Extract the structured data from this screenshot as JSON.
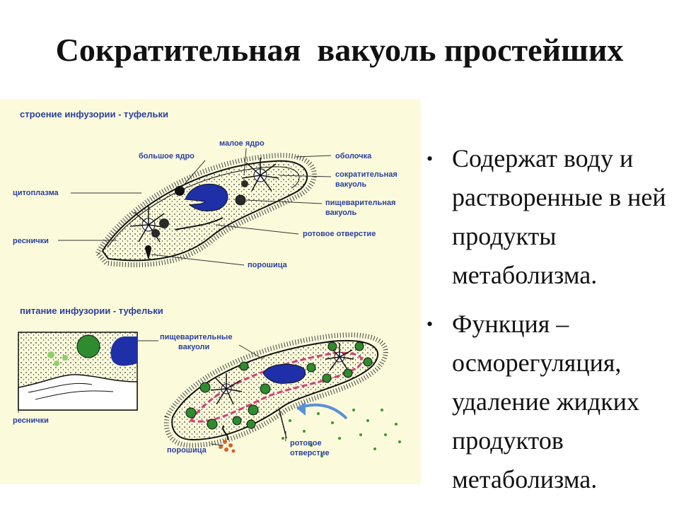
{
  "slide": {
    "title": "Сократительная  вакуоль простейших"
  },
  "figure": {
    "structure_header": "строение инфузории - туфельки",
    "nutrition_header": "питание инфузории - туфельки",
    "structure_labels": {
      "small_nucleus": "малое ядро",
      "large_nucleus": "большое ядро",
      "membrane": "оболочка",
      "contractile_vacuole_1": "сократительная",
      "contractile_vacuole_2": "вакуоль",
      "cytoplasm": "цитоплазма",
      "digestive_vacuole_1": "пищеварительная",
      "digestive_vacuole_2": "вакуоль",
      "cilia": "реснички",
      "oral_opening": "ротовое отверстие",
      "anal_pore": "порошица"
    },
    "nutrition_labels": {
      "digestive_vacuoles_1": "пищеварительные",
      "digestive_vacuoles_2": "вакуоли",
      "cilia": "реснички",
      "anal_pore": "порошица",
      "oral_opening_1": "ротовое",
      "oral_opening_2": "отверстие"
    },
    "colors": {
      "background": "#fbfbdc",
      "label_text": "#2b3f9e",
      "nucleus": "#1f2fa8",
      "food_vacuole": "#2e8b2e",
      "cytoplasm_flow": "#d63d78",
      "arrow": "#5b8fd6"
    }
  },
  "bullets": [
    {
      "text": "Содержат воду и растворенные в ней продукты метаболизма."
    },
    {
      "text": "Функция – осморегуляция, удаление жидких продуктов метаболизма."
    }
  ]
}
